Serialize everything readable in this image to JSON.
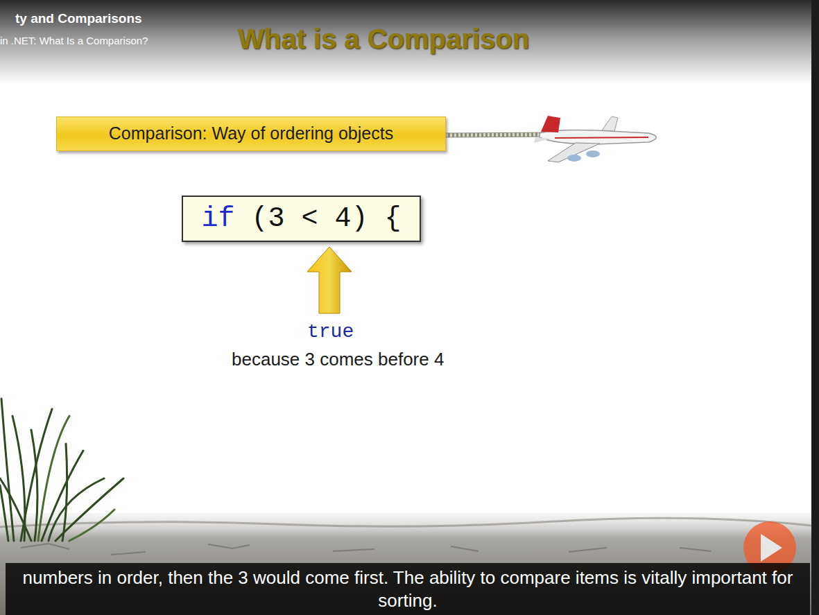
{
  "diagram": {
    "title": "What is a Comparison",
    "caption": "numbers in order, then the 3 would come first. The ability to compare items is vitally important for sorting.",
    "nodes": [
      {
        "text": [
          "Comparison: Way of ordering objects"
        ]
      },
      {
        "text": [
          "if (3 < 4) {"
        ]
      }
    ],
    "labels": [
      "ty and Comparisons",
      "in .NET: What Is a Comparison?",
      "true",
      "because 3 comes before 4"
    ]
  }
}
